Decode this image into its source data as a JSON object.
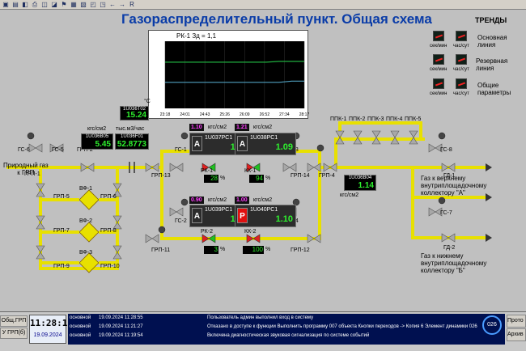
{
  "toolbar": {
    "items": [
      "▣",
      "▤",
      "◧",
      "⎙",
      "◫",
      "◪",
      "⚑",
      "▦",
      "▧",
      "◰",
      "◳",
      "←",
      "→",
      "R"
    ]
  },
  "title": "Газораспределительный пункт. Общая схема",
  "trends": {
    "header": "ТРЕНДЫ",
    "sec_min": "сек/мин",
    "hour_day": "час/сут",
    "rows": [
      "Основная линия",
      "Резервная линия",
      "Общие параметры"
    ]
  },
  "chart_data": {
    "type": "line",
    "title": "РК-1  Зд = 1,1",
    "x_ticks": [
      "23:18",
      "24:01",
      "24:43",
      "25:26",
      "26:09",
      "26:52",
      "27:34",
      "28:17"
    ],
    "series": [
      {
        "color": "#20b040",
        "values": [
          1.1,
          1.1,
          1.1,
          1.1,
          1.1,
          1.1,
          1.1,
          1.1,
          1.1,
          1.12,
          1.12,
          1.12
        ]
      },
      {
        "color": "#50a0c0",
        "values": [
          0.62,
          0.62,
          0.62,
          0.62,
          0.62,
          0.62,
          0.62,
          0.62,
          0.62,
          0.62,
          0.65,
          0.65
        ]
      }
    ],
    "ylim": [
      0,
      1.6
    ]
  },
  "labels": {
    "unit_c": "°C",
    "unit_kgs": "кгс/см2",
    "unit_flow": "тыс.м3/час",
    "natural_gas": "Природный газ\nк ГРП",
    "gas_a": "Газ к верхнему\nвнутриплощадочному\nколлектору \"А\"",
    "gas_b": "Газ к нижнему\nвнутриплощадочному\nколлектору \"Б\"",
    "pct": "%"
  },
  "meters": {
    "t02": {
      "tag": "1U036T02",
      "value": "15.24"
    },
    "b05": {
      "tag": "1U036B05",
      "value": "5.45"
    },
    "f01": {
      "tag": "1U036F01",
      "value": "52.8773"
    },
    "b04": {
      "tag": "1U036B04",
      "value": "1.14"
    }
  },
  "pids": {
    "rc1": {
      "mode": "A",
      "tag": "1U037PC1",
      "value": "1.10",
      "sp": "1.10",
      "pct": "28",
      "mode_color": "#2c2c2c"
    },
    "rc1b": {
      "mode": "A",
      "tag": "1U038PC1",
      "value": "1.09",
      "sp": "1.21",
      "pct": "94",
      "mode_color": "#2c2c2c"
    },
    "rc2": {
      "mode": "A",
      "tag": "1U039PC1",
      "value": "1.10",
      "sp": "0.90",
      "pct": "3",
      "mode_color": "#2c2c2c"
    },
    "rc2b": {
      "mode": "P",
      "tag": "1U040PC1",
      "value": "1.10",
      "sp": "1.00",
      "pct": "100",
      "mode_color": "#e01010"
    }
  },
  "equipment": {
    "gs6": "ГС-6",
    "gs5": "ГС-5",
    "grp1": "ГРП-1",
    "grp2": "ГРП-2",
    "grp13": "ГРП-13",
    "gs1": "ГС-1",
    "rk1": "РК-1",
    "kk1": "КК-1",
    "gs3": "ГС-3",
    "grp14": "ГРП-14",
    "grp4": "ГРП-4",
    "gs8": "ГС-8",
    "gd1": "ГД-1",
    "pk1": "ППК-1",
    "pk2": "ППК-2",
    "pk3": "ППК-3",
    "pk4": "ППК-4",
    "pk5": "ППК-5",
    "grp5": "ГРП-5",
    "grp6": "ГРП-6",
    "grp7": "ГРП-7",
    "grp8": "ГРП-8",
    "grp9": "ГРП-9",
    "grp10": "ГРП-10",
    "vf1": "ВФ-1",
    "vf2": "ВФ-2",
    "vf3": "ВФ-3",
    "grp11": "ГРП-11",
    "gs2": "ГС-2",
    "rk2": "РК-2",
    "kk2": "КК-2",
    "gs4": "ГС-4",
    "grp12": "ГРП-12",
    "gs7": "ГС-7",
    "gd2": "ГД-2"
  },
  "nav": {
    "btn1": "Общ.ГРП",
    "btn2": "У ГРП(б)"
  },
  "clock": {
    "time": "11:28:17",
    "date": "19.09.2024"
  },
  "log": [
    {
      "type": "основной",
      "time": "19.09.2024 11:28:55",
      "msg": "Пользователь админ выполнил вход в систему"
    },
    {
      "type": "основной",
      "time": "19.09.2024 11:21:27",
      "msg": "Отказано в доступе к функции Выполнить программу 007 объекта Кнопки переходов -> Копия 6 Элемент динамики 026"
    },
    {
      "type": "основной",
      "time": "19.09.2024 11:19:54",
      "msg": "Включена диагностическая звуковая сигнализация по системе событий"
    }
  ],
  "dial_value": "026",
  "right_buttons": [
    "Прото",
    "Архив"
  ]
}
